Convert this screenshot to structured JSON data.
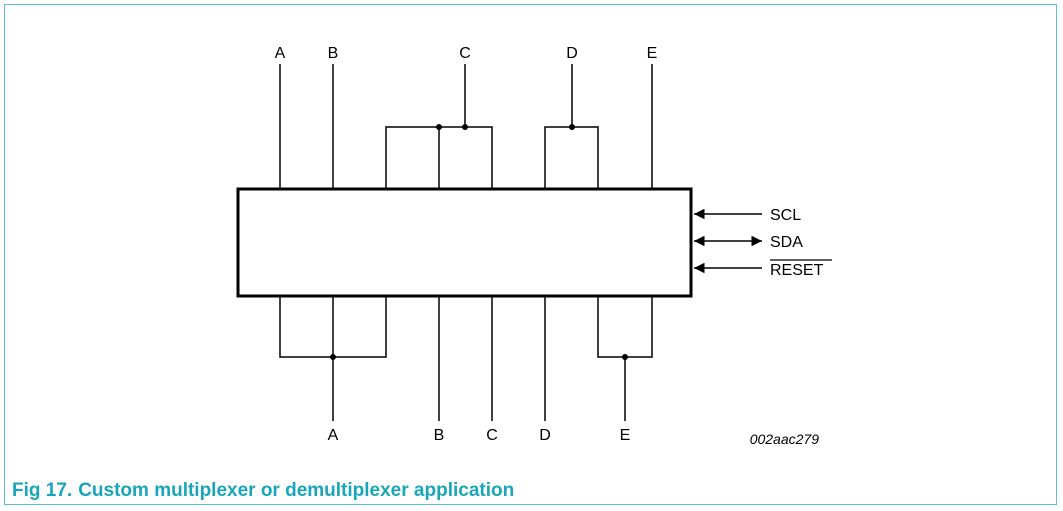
{
  "figure": {
    "number": "Fig 17.",
    "title": "Custom multiplexer or demultiplexer application",
    "reference": "002aac279"
  },
  "top_labels": [
    "A",
    "B",
    "C",
    "D",
    "E"
  ],
  "bottom_labels": [
    "A",
    "B",
    "C",
    "D",
    "E"
  ],
  "signals": {
    "scl": "SCL",
    "sda": "SDA",
    "reset": "RESET"
  }
}
